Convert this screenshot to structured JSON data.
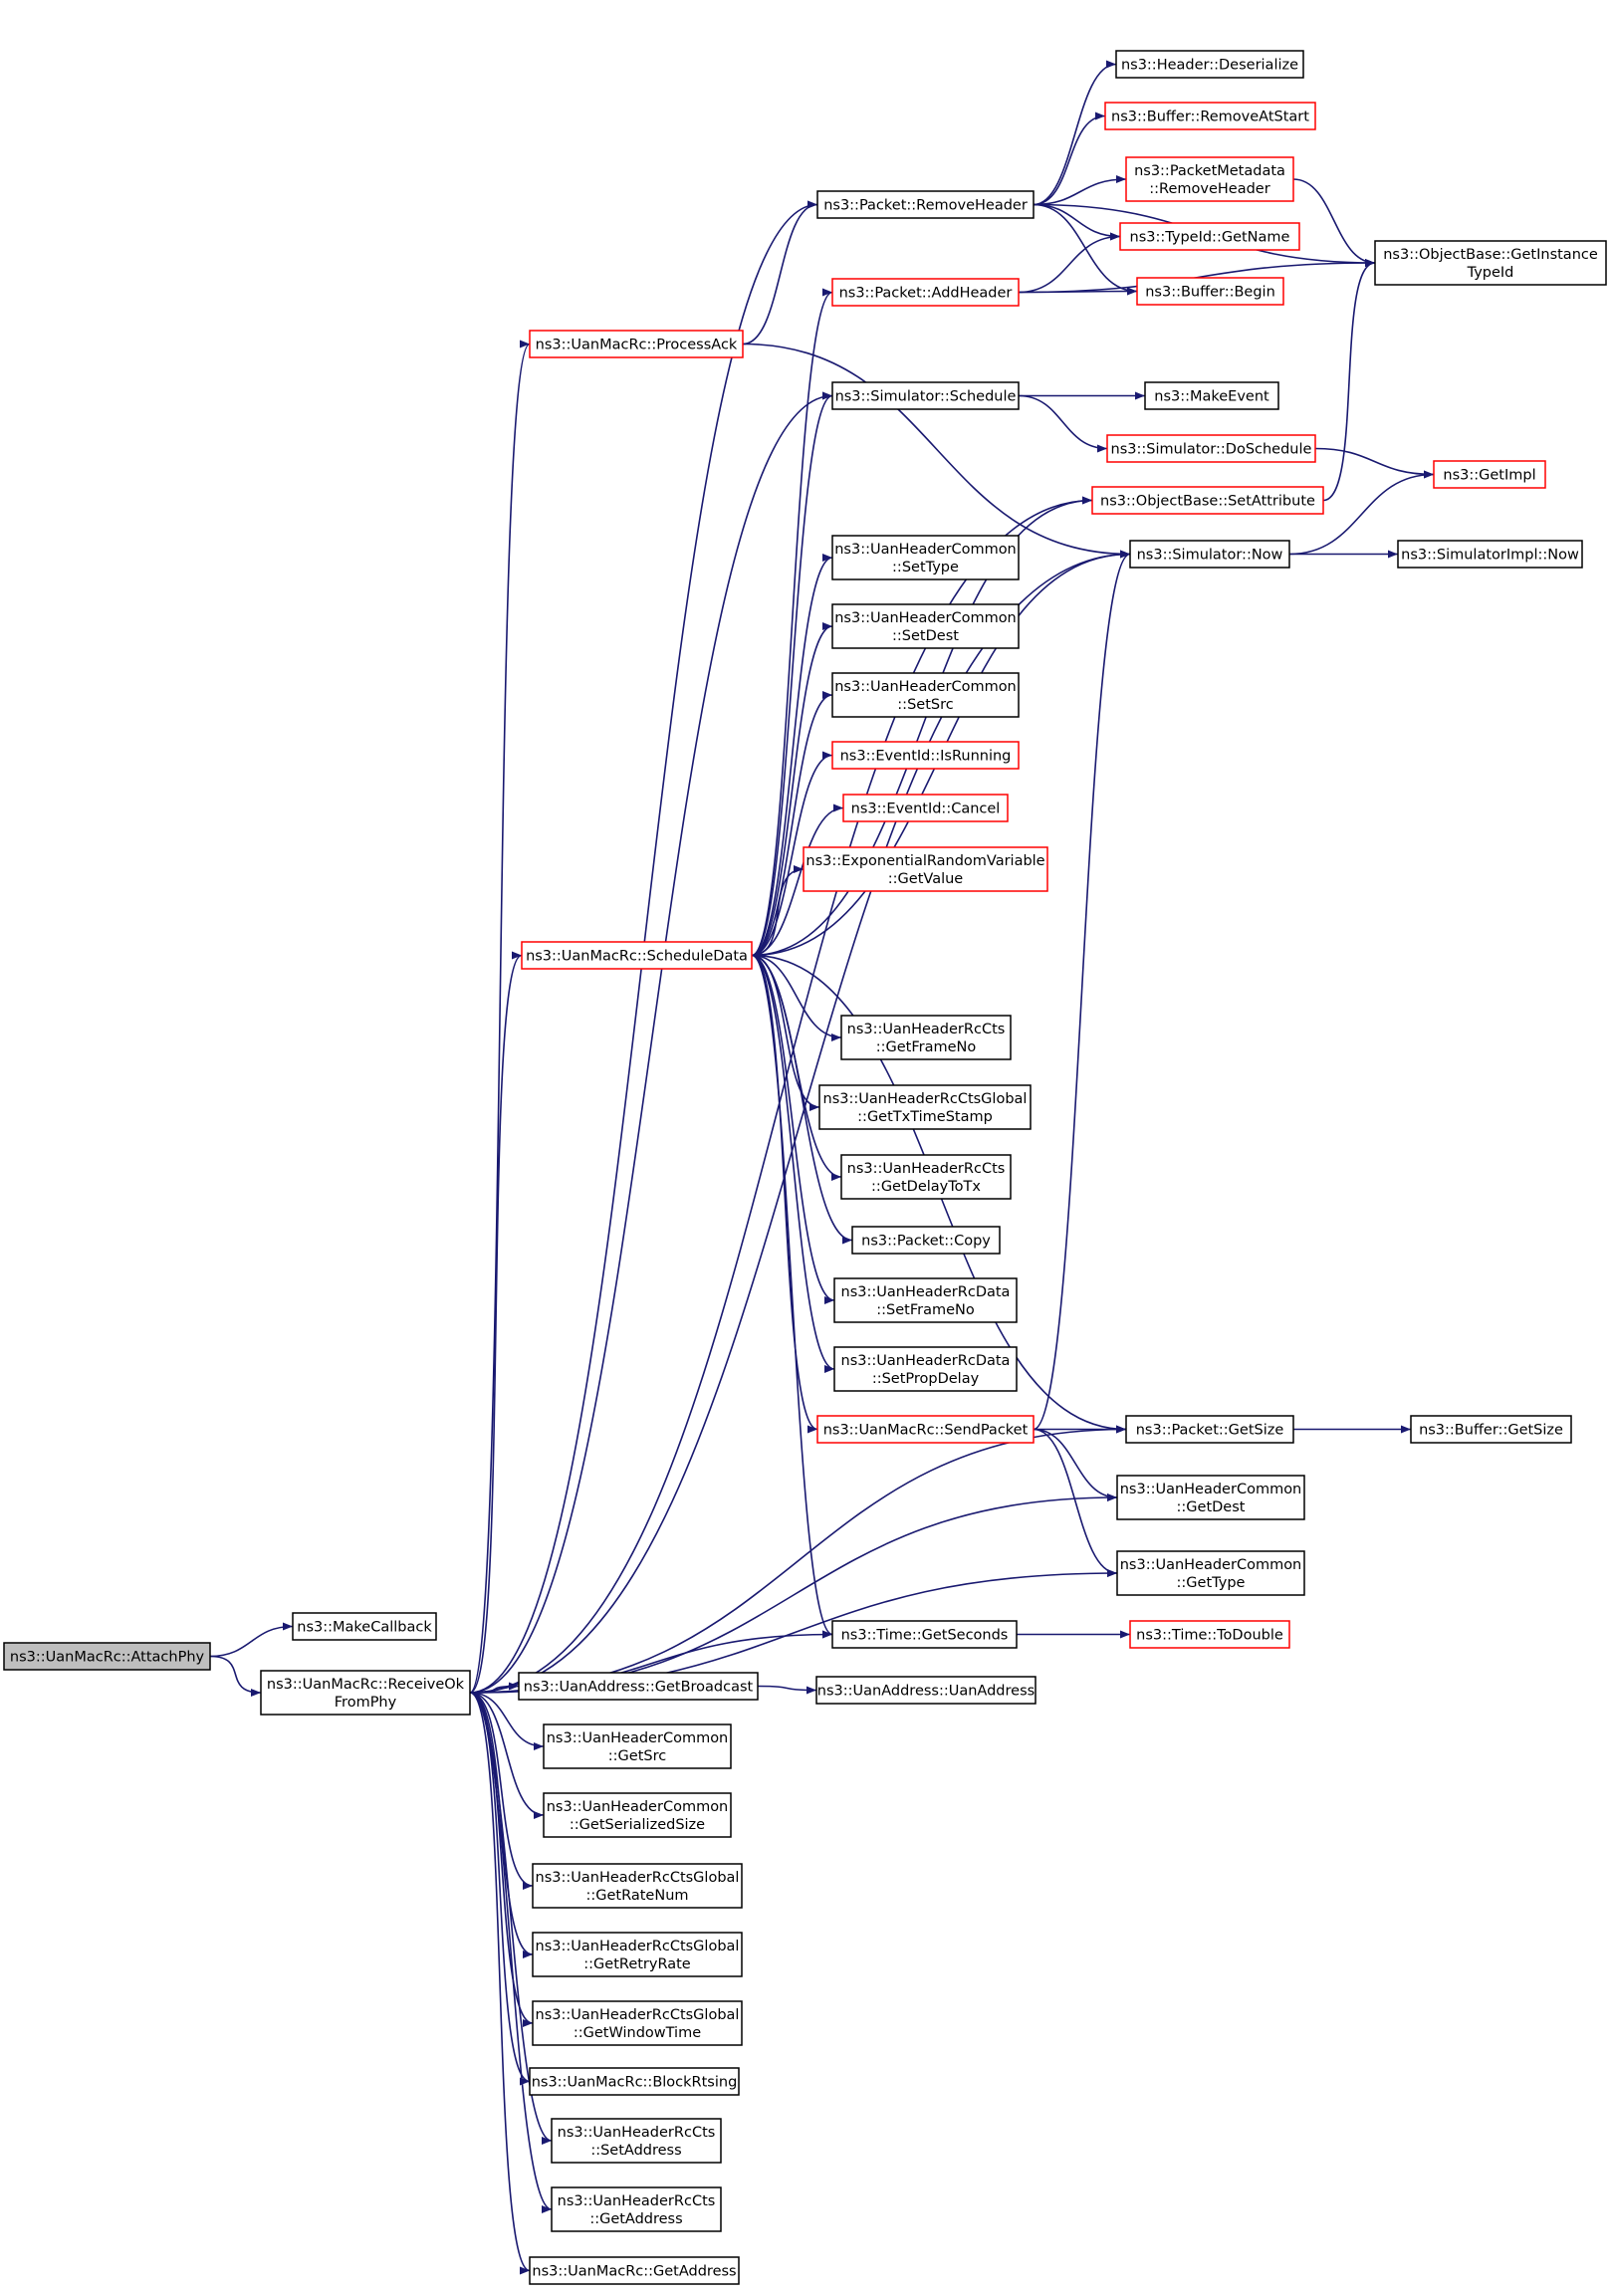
{
  "graph": {
    "nodes": [
      {
        "id": "attachphy",
        "lines": [
          "ns3::UanMacRc::AttachPhy"
        ],
        "style": "root"
      },
      {
        "id": "makecallback",
        "lines": [
          "ns3::MakeCallback"
        ],
        "style": "normal"
      },
      {
        "id": "receiveok",
        "lines": [
          "ns3::UanMacRc::ReceiveOk",
          "FromPhy"
        ],
        "style": "normal"
      },
      {
        "id": "removeheader",
        "lines": [
          "ns3::Packet::RemoveHeader"
        ],
        "style": "normal"
      },
      {
        "id": "processack",
        "lines": [
          "ns3::UanMacRc::ProcessAck"
        ],
        "style": "warn"
      },
      {
        "id": "schedule",
        "lines": [
          "ns3::Simulator::Schedule"
        ],
        "style": "normal"
      },
      {
        "id": "setattribute",
        "lines": [
          "ns3::ObjectBase::SetAttribute"
        ],
        "style": "warn"
      },
      {
        "id": "simnow",
        "lines": [
          "ns3::Simulator::Now"
        ],
        "style": "normal"
      },
      {
        "id": "scheduledata",
        "lines": [
          "ns3::UanMacRc::ScheduleData"
        ],
        "style": "warn"
      },
      {
        "id": "packetgetsize",
        "lines": [
          "ns3::Packet::GetSize"
        ],
        "style": "normal"
      },
      {
        "id": "hdrgetdest",
        "lines": [
          "ns3::UanHeaderCommon",
          "::GetDest"
        ],
        "style": "normal"
      },
      {
        "id": "hdrgettype",
        "lines": [
          "ns3::UanHeaderCommon",
          "::GetType"
        ],
        "style": "normal"
      },
      {
        "id": "timegetseconds",
        "lines": [
          "ns3::Time::GetSeconds"
        ],
        "style": "normal"
      },
      {
        "id": "getbroadcast",
        "lines": [
          "ns3::UanAddress::GetBroadcast"
        ],
        "style": "normal"
      },
      {
        "id": "hdrgetsrc",
        "lines": [
          "ns3::UanHeaderCommon",
          "::GetSrc"
        ],
        "style": "normal"
      },
      {
        "id": "hdrgetser",
        "lines": [
          "ns3::UanHeaderCommon",
          "::GetSerializedSize"
        ],
        "style": "normal"
      },
      {
        "id": "getratenum",
        "lines": [
          "ns3::UanHeaderRcCtsGlobal",
          "::GetRateNum"
        ],
        "style": "normal"
      },
      {
        "id": "getretryrate",
        "lines": [
          "ns3::UanHeaderRcCtsGlobal",
          "::GetRetryRate"
        ],
        "style": "normal"
      },
      {
        "id": "getwindowtime",
        "lines": [
          "ns3::UanHeaderRcCtsGlobal",
          "::GetWindowTime"
        ],
        "style": "normal"
      },
      {
        "id": "blockrtsing",
        "lines": [
          "ns3::UanMacRc::BlockRtsing"
        ],
        "style": "normal"
      },
      {
        "id": "ctssetaddress",
        "lines": [
          "ns3::UanHeaderRcCts",
          "::SetAddress"
        ],
        "style": "normal"
      },
      {
        "id": "ctsgetaddress",
        "lines": [
          "ns3::UanHeaderRcCts",
          "::GetAddress"
        ],
        "style": "normal"
      },
      {
        "id": "macgetaddress",
        "lines": [
          "ns3::UanMacRc::GetAddress"
        ],
        "style": "normal"
      },
      {
        "id": "deserialize",
        "lines": [
          "ns3::Header::Deserialize"
        ],
        "style": "normal"
      },
      {
        "id": "removeatstart",
        "lines": [
          "ns3::Buffer::RemoveAtStart"
        ],
        "style": "warn"
      },
      {
        "id": "pmremoveheader",
        "lines": [
          "ns3::PacketMetadata",
          "::RemoveHeader"
        ],
        "style": "warn"
      },
      {
        "id": "typeidgetname",
        "lines": [
          "ns3::TypeId::GetName"
        ],
        "style": "warn"
      },
      {
        "id": "bufferbegin",
        "lines": [
          "ns3::Buffer::Begin"
        ],
        "style": "warn"
      },
      {
        "id": "getinstancetypeid",
        "lines": [
          "ns3::ObjectBase::GetInstance",
          "TypeId"
        ],
        "style": "normal"
      },
      {
        "id": "addheader",
        "lines": [
          "ns3::Packet::AddHeader"
        ],
        "style": "warn"
      },
      {
        "id": "makeevent",
        "lines": [
          "ns3::MakeEvent"
        ],
        "style": "normal"
      },
      {
        "id": "doschedule",
        "lines": [
          "ns3::Simulator::DoSchedule"
        ],
        "style": "warn"
      },
      {
        "id": "getimpl",
        "lines": [
          "ns3::GetImpl"
        ],
        "style": "warn"
      },
      {
        "id": "simimplnow",
        "lines": [
          "ns3::SimulatorImpl::Now"
        ],
        "style": "normal"
      },
      {
        "id": "settype",
        "lines": [
          "ns3::UanHeaderCommon",
          "::SetType"
        ],
        "style": "normal"
      },
      {
        "id": "setdest",
        "lines": [
          "ns3::UanHeaderCommon",
          "::SetDest"
        ],
        "style": "normal"
      },
      {
        "id": "setsrc",
        "lines": [
          "ns3::UanHeaderCommon",
          "::SetSrc"
        ],
        "style": "normal"
      },
      {
        "id": "isrunning",
        "lines": [
          "ns3::EventId::IsRunning"
        ],
        "style": "warn"
      },
      {
        "id": "cancel",
        "lines": [
          "ns3::EventId::Cancel"
        ],
        "style": "warn"
      },
      {
        "id": "expgetvalue",
        "lines": [
          "ns3::ExponentialRandomVariable",
          "::GetValue"
        ],
        "style": "warn"
      },
      {
        "id": "getframeno",
        "lines": [
          "ns3::UanHeaderRcCts",
          "::GetFrameNo"
        ],
        "style": "normal"
      },
      {
        "id": "gettxtimestamp",
        "lines": [
          "ns3::UanHeaderRcCtsGlobal",
          "::GetTxTimeStamp"
        ],
        "style": "normal"
      },
      {
        "id": "getdelaytotx",
        "lines": [
          "ns3::UanHeaderRcCts",
          "::GetDelayToTx"
        ],
        "style": "normal"
      },
      {
        "id": "packetcopy",
        "lines": [
          "ns3::Packet::Copy"
        ],
        "style": "normal"
      },
      {
        "id": "setframeno",
        "lines": [
          "ns3::UanHeaderRcData",
          "::SetFrameNo"
        ],
        "style": "normal"
      },
      {
        "id": "setpropdelay",
        "lines": [
          "ns3::UanHeaderRcData",
          "::SetPropDelay"
        ],
        "style": "normal"
      },
      {
        "id": "sendpacket",
        "lines": [
          "ns3::UanMacRc::SendPacket"
        ],
        "style": "warn"
      },
      {
        "id": "buffergetsize",
        "lines": [
          "ns3::Buffer::GetSize"
        ],
        "style": "normal"
      },
      {
        "id": "todouble",
        "lines": [
          "ns3::Time::ToDouble"
        ],
        "style": "warn"
      },
      {
        "id": "uanaddress",
        "lines": [
          "ns3::UanAddress::UanAddress"
        ],
        "style": "normal"
      }
    ],
    "edges": [
      [
        "attachphy",
        "makecallback"
      ],
      [
        "attachphy",
        "receiveok"
      ],
      [
        "receiveok",
        "removeheader"
      ],
      [
        "receiveok",
        "processack"
      ],
      [
        "receiveok",
        "schedule"
      ],
      [
        "receiveok",
        "setattribute"
      ],
      [
        "receiveok",
        "simnow"
      ],
      [
        "receiveok",
        "scheduledata"
      ],
      [
        "receiveok",
        "packetgetsize"
      ],
      [
        "receiveok",
        "hdrgetdest"
      ],
      [
        "receiveok",
        "hdrgettype"
      ],
      [
        "receiveok",
        "timegetseconds"
      ],
      [
        "receiveok",
        "getbroadcast"
      ],
      [
        "receiveok",
        "hdrgetsrc"
      ],
      [
        "receiveok",
        "hdrgetser"
      ],
      [
        "receiveok",
        "getratenum"
      ],
      [
        "receiveok",
        "getretryrate"
      ],
      [
        "receiveok",
        "getwindowtime"
      ],
      [
        "receiveok",
        "blockrtsing"
      ],
      [
        "receiveok",
        "ctssetaddress"
      ],
      [
        "receiveok",
        "ctsgetaddress"
      ],
      [
        "receiveok",
        "macgetaddress"
      ],
      [
        "removeheader",
        "deserialize"
      ],
      [
        "removeheader",
        "removeatstart"
      ],
      [
        "removeheader",
        "pmremoveheader"
      ],
      [
        "removeheader",
        "typeidgetname"
      ],
      [
        "removeheader",
        "bufferbegin"
      ],
      [
        "removeheader",
        "getinstancetypeid"
      ],
      [
        "pmremoveheader",
        "getinstancetypeid"
      ],
      [
        "processack",
        "removeheader"
      ],
      [
        "processack",
        "simnow"
      ],
      [
        "addheader",
        "typeidgetname"
      ],
      [
        "addheader",
        "bufferbegin"
      ],
      [
        "addheader",
        "getinstancetypeid"
      ],
      [
        "schedule",
        "makeevent"
      ],
      [
        "schedule",
        "doschedule"
      ],
      [
        "doschedule",
        "getimpl"
      ],
      [
        "setattribute",
        "getinstancetypeid"
      ],
      [
        "simnow",
        "getimpl"
      ],
      [
        "simnow",
        "simimplnow"
      ],
      [
        "scheduledata",
        "addheader"
      ],
      [
        "scheduledata",
        "schedule"
      ],
      [
        "scheduledata",
        "setattribute"
      ],
      [
        "scheduledata",
        "simnow"
      ],
      [
        "scheduledata",
        "settype"
      ],
      [
        "scheduledata",
        "setdest"
      ],
      [
        "scheduledata",
        "setsrc"
      ],
      [
        "scheduledata",
        "isrunning"
      ],
      [
        "scheduledata",
        "cancel"
      ],
      [
        "scheduledata",
        "expgetvalue"
      ],
      [
        "scheduledata",
        "getframeno"
      ],
      [
        "scheduledata",
        "gettxtimestamp"
      ],
      [
        "scheduledata",
        "getdelaytotx"
      ],
      [
        "scheduledata",
        "packetcopy"
      ],
      [
        "scheduledata",
        "setframeno"
      ],
      [
        "scheduledata",
        "setpropdelay"
      ],
      [
        "scheduledata",
        "sendpacket"
      ],
      [
        "scheduledata",
        "packetgetsize"
      ],
      [
        "scheduledata",
        "timegetseconds"
      ],
      [
        "sendpacket",
        "packetgetsize"
      ],
      [
        "sendpacket",
        "hdrgetdest"
      ],
      [
        "sendpacket",
        "hdrgettype"
      ],
      [
        "sendpacket",
        "simnow"
      ],
      [
        "packetgetsize",
        "buffergetsize"
      ],
      [
        "timegetseconds",
        "todouble"
      ],
      [
        "getbroadcast",
        "uanaddress"
      ]
    ]
  }
}
